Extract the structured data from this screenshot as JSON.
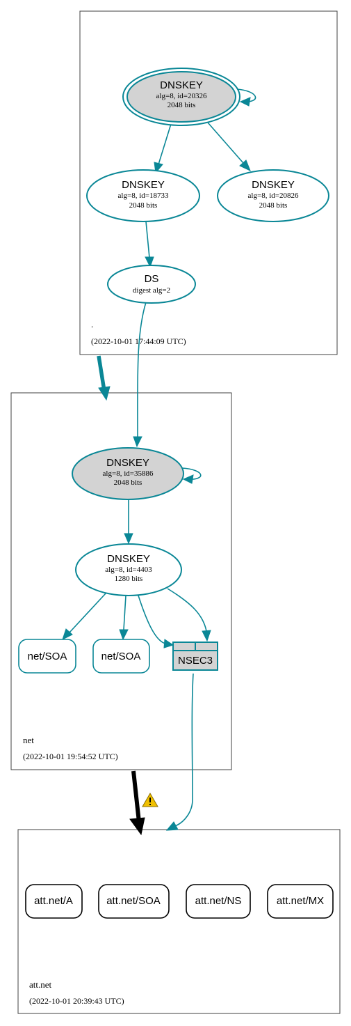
{
  "zones": [
    {
      "id": "root",
      "name": ".",
      "timestamp": "(2022-10-01 17:44:09 UTC)"
    },
    {
      "id": "net",
      "name": "net",
      "timestamp": "(2022-10-01 19:54:52 UTC)"
    },
    {
      "id": "attnet",
      "name": "att.net",
      "timestamp": "(2022-10-01 20:39:43 UTC)"
    }
  ],
  "nodes": {
    "root_ksk": {
      "title": "DNSKEY",
      "line1": "alg=8, id=20326",
      "line2": "2048 bits"
    },
    "root_zsk1": {
      "title": "DNSKEY",
      "line1": "alg=8, id=18733",
      "line2": "2048 bits"
    },
    "root_zsk2": {
      "title": "DNSKEY",
      "line1": "alg=8, id=20826",
      "line2": "2048 bits"
    },
    "root_ds": {
      "title": "DS",
      "line1": "digest alg=2"
    },
    "net_ksk": {
      "title": "DNSKEY",
      "line1": "alg=8, id=35886",
      "line2": "2048 bits"
    },
    "net_zsk": {
      "title": "DNSKEY",
      "line1": "alg=8, id=4403",
      "line2": "1280 bits"
    },
    "net_soa1": {
      "label": "net/SOA"
    },
    "net_soa2": {
      "label": "net/SOA"
    },
    "net_nsec3": {
      "label": "NSEC3"
    }
  },
  "records": [
    {
      "label": "att.net/A"
    },
    {
      "label": "att.net/SOA"
    },
    {
      "label": "att.net/NS"
    },
    {
      "label": "att.net/MX"
    }
  ],
  "warning": {
    "icon": "warning-icon",
    "color": "#f0c000"
  },
  "colors": {
    "edge": "#0a8796",
    "secure_node_fill": "#d3d3d3",
    "delegation_insecure": "#000000"
  }
}
